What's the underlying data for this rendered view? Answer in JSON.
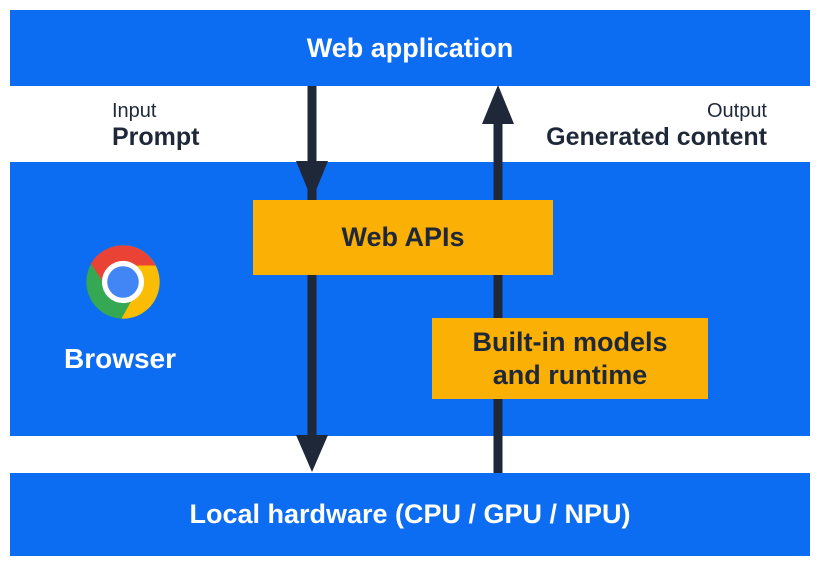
{
  "colors": {
    "blue": "#0c6cf2",
    "yellow": "#fbb005",
    "navy": "#1e2839",
    "white": "#ffffff",
    "chrome_red": "#ea4335",
    "chrome_yellow": "#fbbc04",
    "chrome_green": "#34a853",
    "chrome_blue": "#4285f4"
  },
  "icons": {
    "chrome_logo": "chrome-logo",
    "input_flow": "arrow-down",
    "output_flow": "arrow-up"
  },
  "top_bar": {
    "label": "Web application"
  },
  "flow": {
    "input": {
      "title": "Input",
      "value": "Prompt"
    },
    "output": {
      "title": "Output",
      "value": "Generated content"
    }
  },
  "browser": {
    "label": "Browser",
    "web_apis": {
      "label": "Web APIs"
    },
    "built_in_models": {
      "label_line1": "Built-in models",
      "label_line2": "and runtime"
    }
  },
  "bottom_bar": {
    "label": "Local hardware (CPU / GPU / NPU)"
  }
}
